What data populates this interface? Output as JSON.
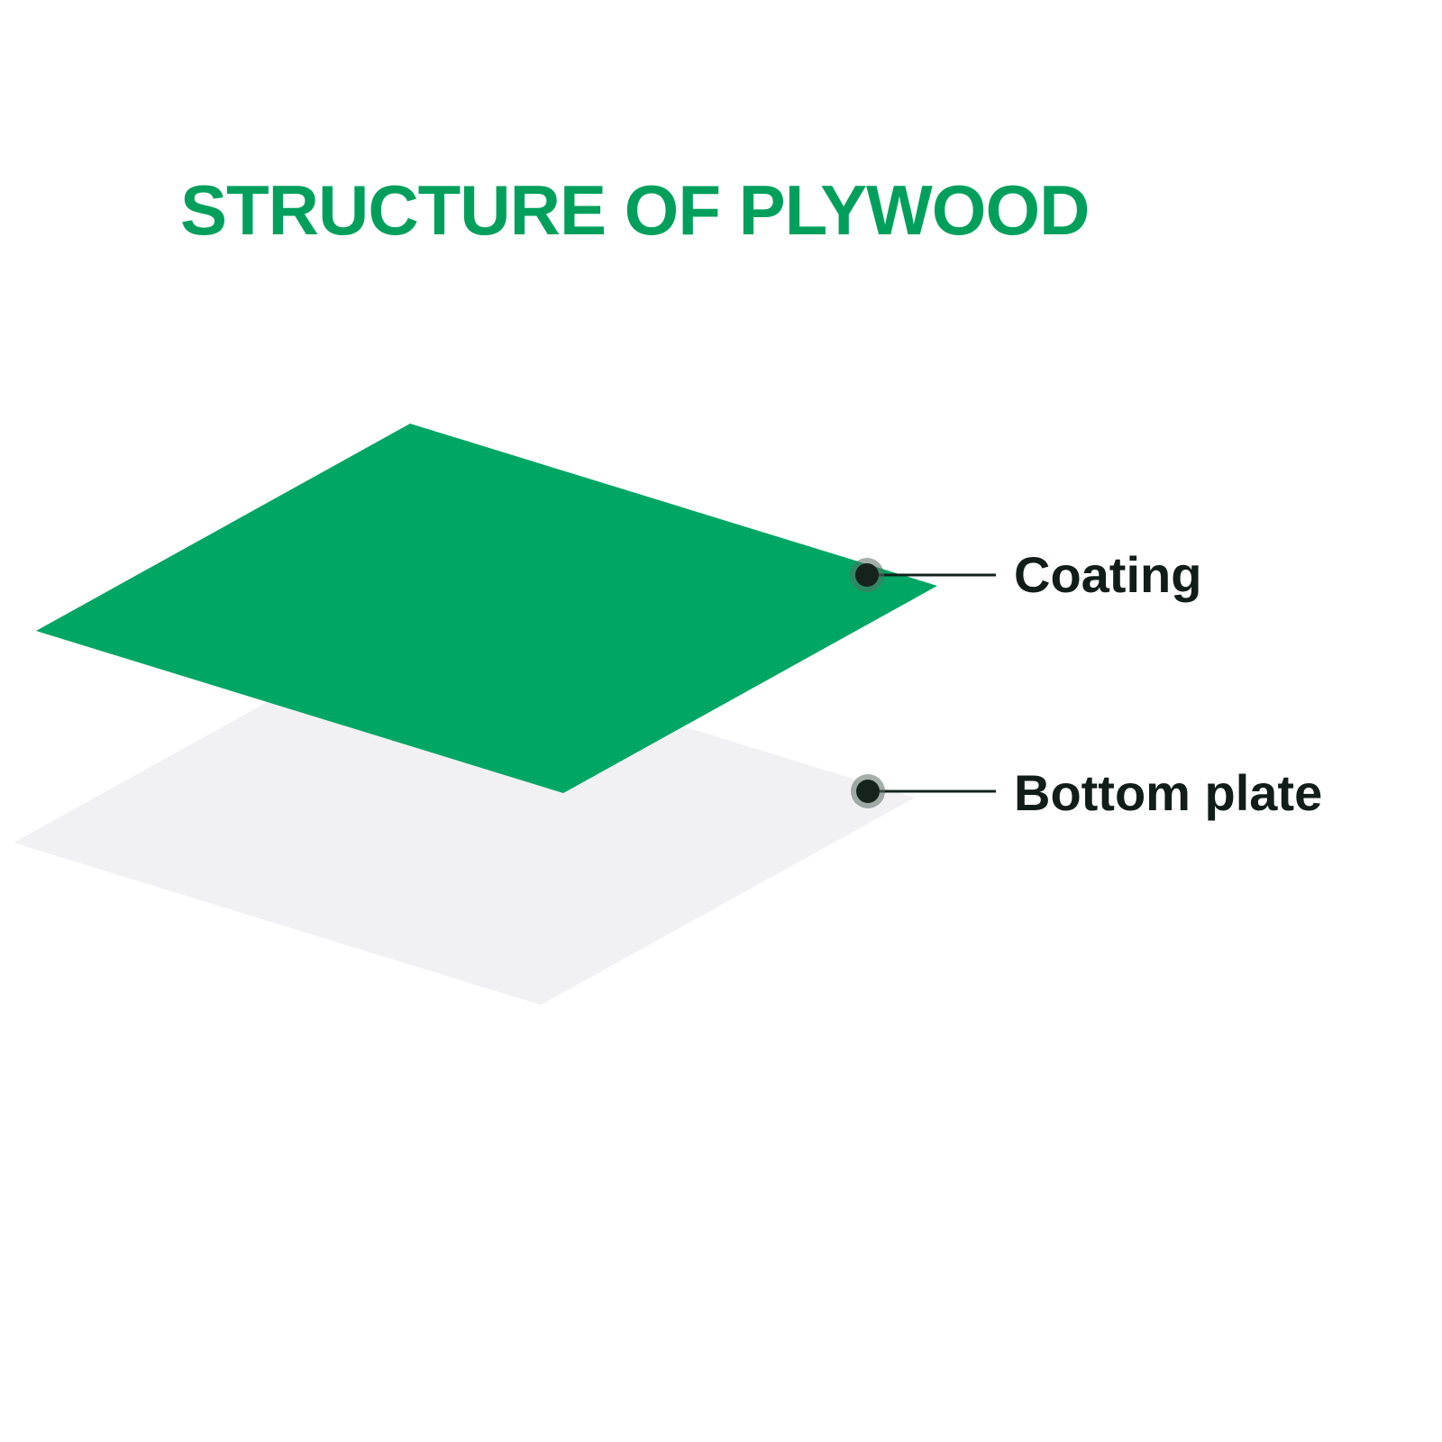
{
  "title": "STRUCTURE OF PLYWOOD",
  "diagram": {
    "layers": [
      {
        "name": "Coating",
        "color": "#00a664"
      },
      {
        "name": "Bottom plate",
        "color": "#f1f1f3"
      }
    ]
  },
  "colors": {
    "title": "#00a05c",
    "label": "#101d18",
    "callout_line": "#13231c"
  }
}
